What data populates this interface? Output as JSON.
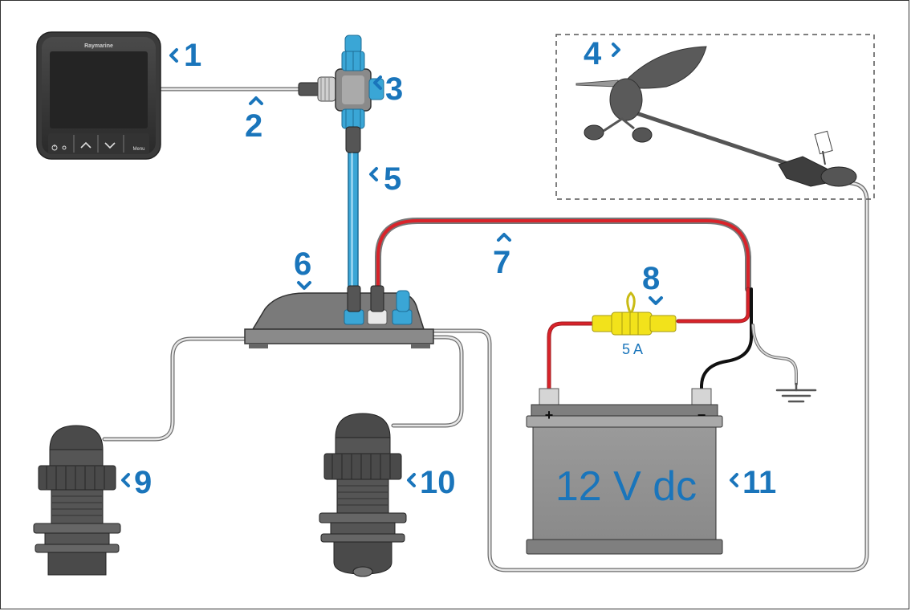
{
  "display": {
    "brand": "Raymarine",
    "menu_label": "Menu"
  },
  "labels": {
    "n1": "1",
    "n2": "2",
    "n3": "3",
    "n4": "4",
    "n5": "5",
    "n6": "6",
    "n7": "7",
    "n8": "8",
    "n9": "9",
    "n10": "10",
    "n11": "11"
  },
  "fuse": {
    "rating": "5 A"
  },
  "battery": {
    "voltage": "12 V dc",
    "plus": "+",
    "minus": "−"
  },
  "colors": {
    "accent_blue": "#1a75bb",
    "connector_blue": "#3aa6d6",
    "cable_red": "#d9232a",
    "fuse_yellow": "#f2e21b",
    "device_grey": "#5a5a5a"
  }
}
